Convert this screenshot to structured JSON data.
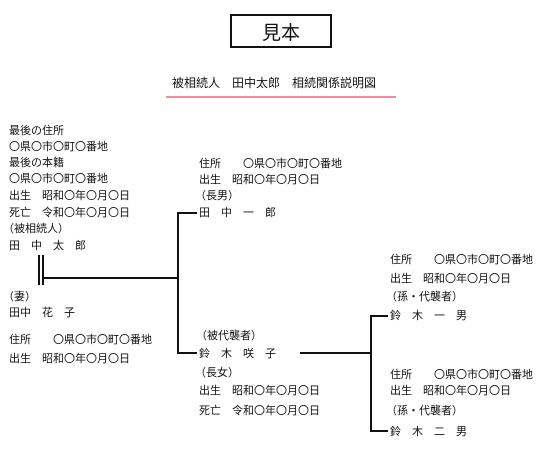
{
  "header": {
    "sample_label": "見本",
    "diagram_title": "被相続人　田中太郎　相続関係説明図"
  },
  "decedent": {
    "last_address_label": "最後の住所",
    "last_address": "〇県〇市〇町〇番地",
    "domicile_label": "最後の本籍",
    "domicile": "〇県〇市〇町〇番地",
    "birth": "出生　昭和〇年〇月〇日",
    "death": "死亡　令和〇年〇月〇日",
    "role": "（被相続人）",
    "name": "田　中　太　郎"
  },
  "spouse": {
    "role": "（妻）",
    "name": "田中　花　子",
    "address": "住所　　〇県〇市〇町〇番地",
    "birth": "出生　昭和〇年〇月〇日"
  },
  "eldest_son": {
    "address": "住所　　〇県〇市〇町〇番地",
    "birth": "出生　昭和〇年〇月〇日",
    "role": "（長男）",
    "name": "田　中　一　郎"
  },
  "eldest_daughter": {
    "role_represented": "（被代襲者）",
    "name": "鈴　木　咲　子",
    "role": "（長女）",
    "birth": "出生　昭和〇年〇月〇日",
    "death": "死亡　令和〇年〇月〇日"
  },
  "grandchild1": {
    "address": "住所　　〇県〇市〇町〇番地",
    "birth": "出生　昭和〇年〇月〇日",
    "role": "（孫・代襲者）",
    "name": "鈴　木　一　男"
  },
  "grandchild2": {
    "address": "住所　　〇県〇市〇町〇番地",
    "birth": "出生　昭和〇年〇月〇日",
    "role": "（孫・代襲者）",
    "name": "鈴　木　二　男"
  }
}
